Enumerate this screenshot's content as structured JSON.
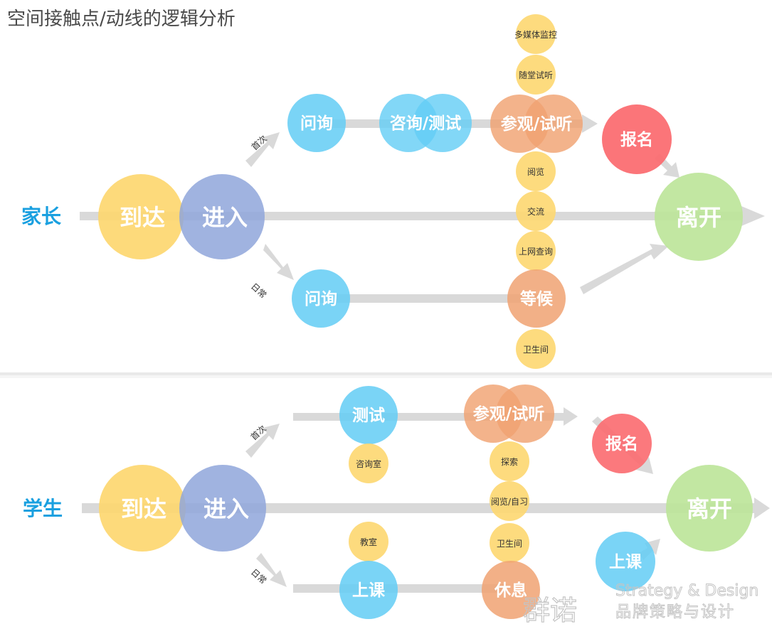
{
  "title": "空间接触点/动线的逻辑分析",
  "colors": {
    "yellow": "#fdd770",
    "blue_purple": "#8fa6db",
    "sky": "#63cdf5",
    "orange": "#f0a272",
    "red": "#fb6e72",
    "green": "#bde59a",
    "arrow": "#d9d9d9",
    "label": "#1aa0e0"
  },
  "parent": {
    "label": "家长",
    "arrive": "到达",
    "enter": "进入",
    "first_time": "首次",
    "daily": "日常",
    "ask_top": "问询",
    "consult_test": "咨询/测试",
    "visit_trial": "参观/试听",
    "multimedia": "多媒体监控",
    "class_audit": "随堂试听",
    "reading": "阅览",
    "exchange": "交流",
    "internet": "上网查询",
    "ask_bottom": "问询",
    "waiting": "等候",
    "restroom": "卫生间",
    "signup": "报名",
    "leave": "离开"
  },
  "student": {
    "label": "学生",
    "arrive": "到达",
    "enter": "进入",
    "first_time": "首次",
    "daily": "日常",
    "test": "测试",
    "consult_room": "咨询室",
    "visit_trial": "参观/试听",
    "explore": "探索",
    "read_study": "阅览/自习",
    "restroom": "卫生间",
    "classroom": "教室",
    "class_left": "上课",
    "rest": "休息",
    "class_right": "上课",
    "signup": "报名",
    "leave": "离开"
  },
  "watermark": {
    "brand_cn": "群诺",
    "brand_en": "Strategy & Design",
    "tagline": "品牌策略与设计"
  }
}
